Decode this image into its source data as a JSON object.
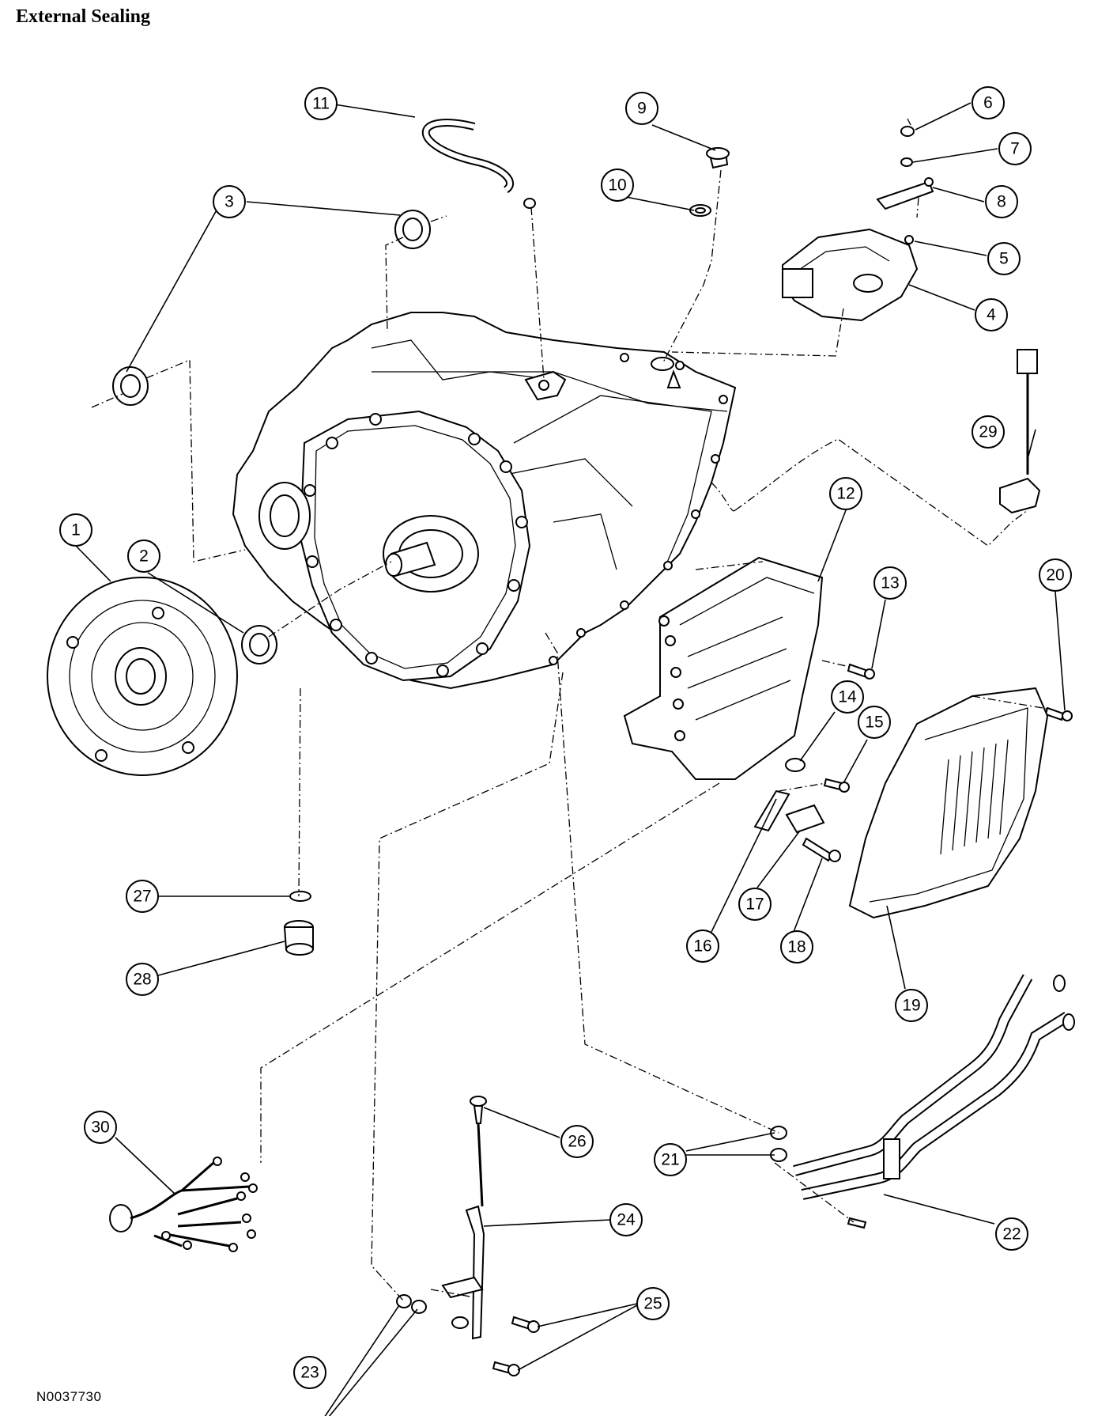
{
  "page": {
    "title": "External Sealing",
    "figure_id": "N0037730"
  },
  "callouts": [
    {
      "number": "1"
    },
    {
      "number": "2"
    },
    {
      "number": "3"
    },
    {
      "number": "4"
    },
    {
      "number": "5"
    },
    {
      "number": "6"
    },
    {
      "number": "7"
    },
    {
      "number": "8"
    },
    {
      "number": "9"
    },
    {
      "number": "10"
    },
    {
      "number": "11"
    },
    {
      "number": "12"
    },
    {
      "number": "13"
    },
    {
      "number": "14"
    },
    {
      "number": "15"
    },
    {
      "number": "16"
    },
    {
      "number": "17"
    },
    {
      "number": "18"
    },
    {
      "number": "19"
    },
    {
      "number": "20"
    },
    {
      "number": "21"
    },
    {
      "number": "22"
    },
    {
      "number": "23"
    },
    {
      "number": "24"
    },
    {
      "number": "25"
    },
    {
      "number": "26"
    },
    {
      "number": "27"
    },
    {
      "number": "28"
    },
    {
      "number": "29"
    },
    {
      "number": "30"
    }
  ]
}
